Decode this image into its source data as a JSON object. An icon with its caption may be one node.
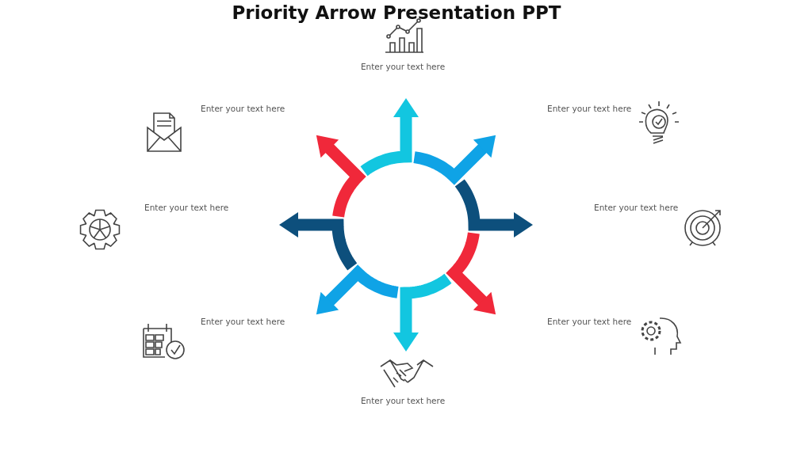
{
  "diagram": {
    "title": "Priority Arrow Presentation PPT",
    "labels": [
      "Enter your text here",
      "Enter your text here",
      "Enter your text here",
      "Enter your text here",
      "Enter your text here",
      "Enter your text here",
      "Enter your text here",
      "Enter your text here"
    ]
  }
}
